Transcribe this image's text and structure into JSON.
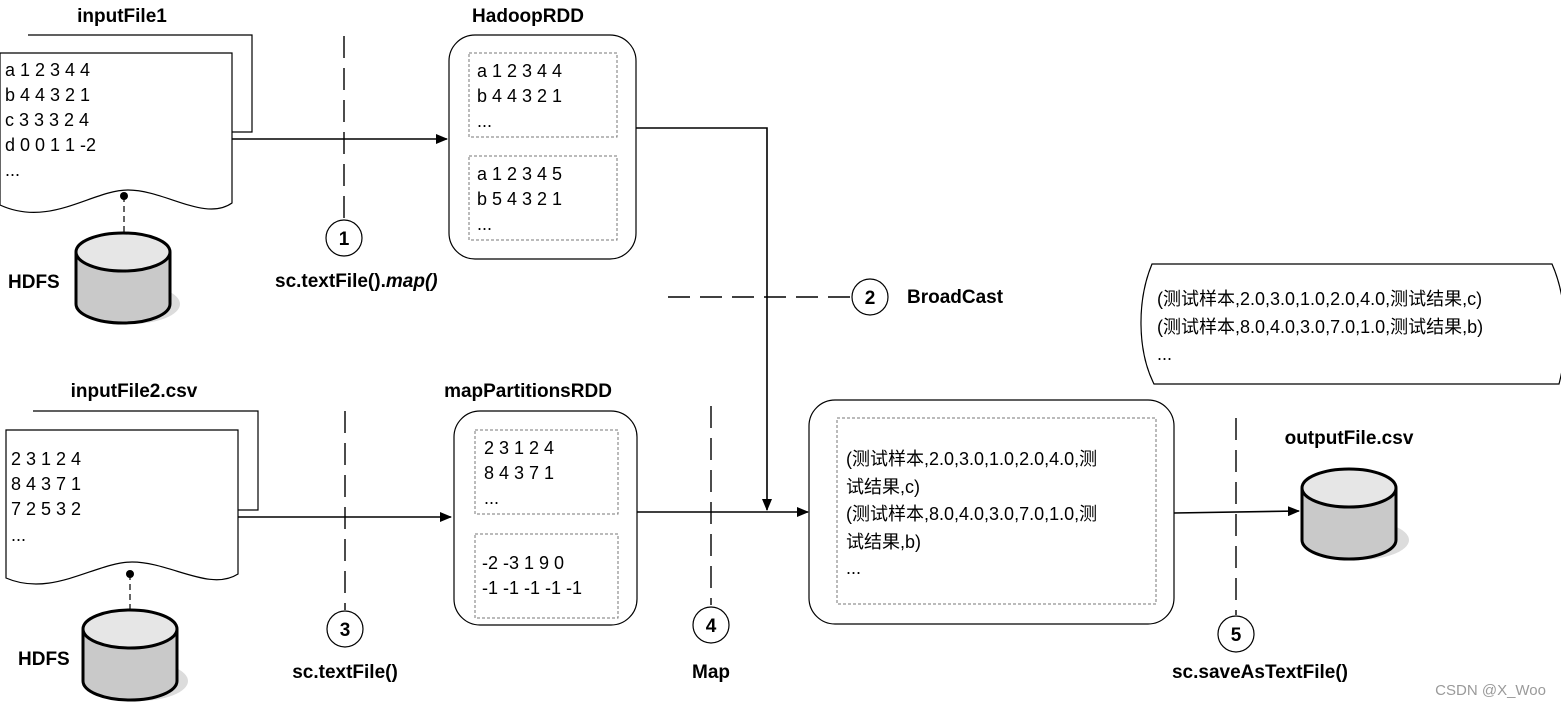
{
  "colors": {
    "stroke": "#000000",
    "cylinder_fill": "#c9c9c9",
    "shadow": "#dcdcdc",
    "watermark": "#9a9a9a"
  },
  "input1": {
    "title": "inputFile1",
    "lines": [
      "a 1 2 3 4 4",
      "b 4 4 3 2 1",
      "c 3 3 3 2 4",
      "d 0 0 1 1 -2",
      "..."
    ],
    "store": "HDFS"
  },
  "input2": {
    "title": "inputFile2.csv",
    "lines": [
      "2 3 1 2 4",
      "8 4 3 7 1",
      "7 2 5 3 2",
      "..."
    ],
    "store": "HDFS"
  },
  "hadoop_rdd": {
    "title": "HadoopRDD",
    "partition1": [
      "a 1 2 3 4 4",
      "b 4 4 3 2 1",
      "..."
    ],
    "partition2": [
      "a 1 2 3 4 5",
      "b 5 4 3 2 1",
      "..."
    ]
  },
  "map_partitions_rdd": {
    "title": "mapPartitionsRDD",
    "partition1": [
      "2 3 1 2 4",
      "8 4 3 7 1",
      "..."
    ],
    "partition2": [
      "-2 -3 1 9 0",
      "-1 -1 -1 -1 -1"
    ]
  },
  "result_box": {
    "lines": [
      "(测试样本,2.0,3.0,1.0,2.0,4.0,测",
      "试结果,c)",
      "(测试样本,8.0,4.0,3.0,7.0,1.0,测",
      "试结果,b)",
      "..."
    ]
  },
  "output_doc": {
    "lines": [
      "(测试样本,2.0,3.0,1.0,2.0,4.0,测试结果,c)",
      "(测试样本,8.0,4.0,3.0,7.0,1.0,测试结果,b)",
      "..."
    ]
  },
  "output": {
    "title": "outputFile.csv"
  },
  "steps": [
    {
      "num": "1",
      "label": "sc.textFile().",
      "label_italic": "map()"
    },
    {
      "num": "2",
      "label": "BroadCast"
    },
    {
      "num": "3",
      "label": "sc.textFile()"
    },
    {
      "num": "4",
      "label": "Map"
    },
    {
      "num": "5",
      "label": "sc.saveAsTextFile()"
    }
  ],
  "watermark": "CSDN @X_Woo"
}
